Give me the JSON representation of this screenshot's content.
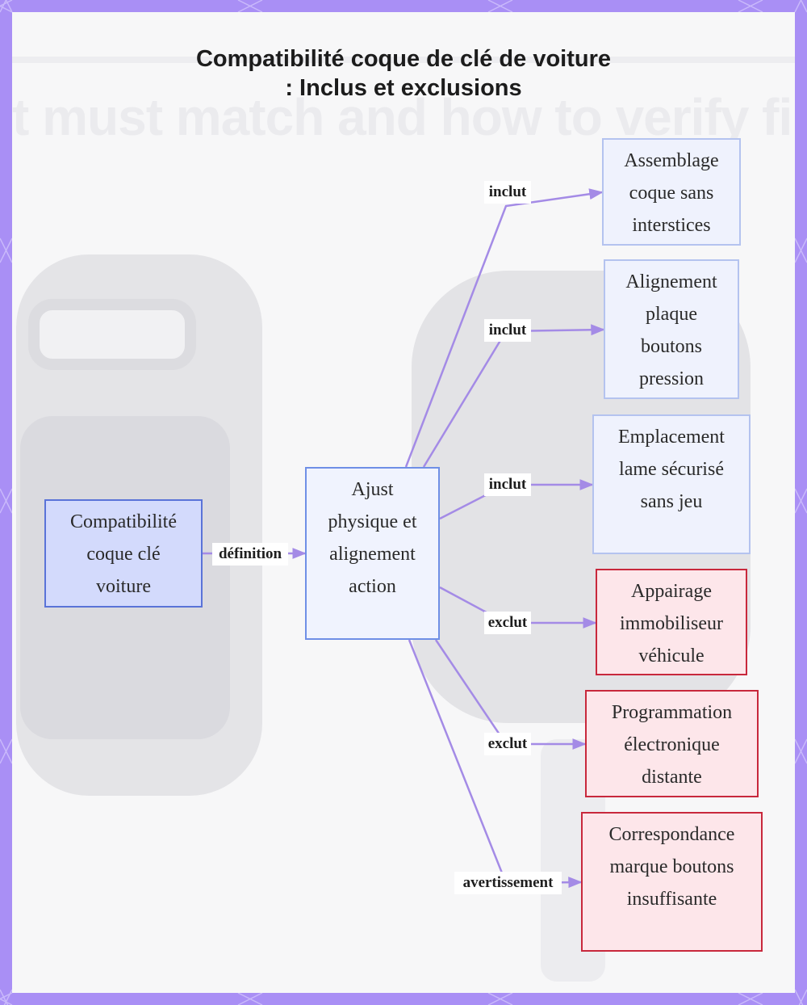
{
  "diagram": {
    "title": "Compatibilité coque de clé de voiture : Inclus et exclusions",
    "background_watermark": "t must match and how to verify fi",
    "colors": {
      "frame": "#a98ff5",
      "edge": "#a48be6",
      "root_border": "#5a73d8",
      "included_border": "#b4c3ef",
      "excluded_border": "#c8283c"
    },
    "nodes": [
      {
        "id": "root",
        "lines": [
          "Compatibilité",
          "coque clé",
          "voiture"
        ],
        "kind": "root"
      },
      {
        "id": "center",
        "lines": [
          "Ajust",
          "physique et",
          "alignement",
          "action"
        ],
        "kind": "center"
      },
      {
        "id": "inc1",
        "lines": [
          "Assemblage",
          "coque sans",
          "interstices"
        ],
        "kind": "included"
      },
      {
        "id": "inc2",
        "lines": [
          "Alignement",
          "plaque",
          "boutons",
          "pression"
        ],
        "kind": "included"
      },
      {
        "id": "inc3",
        "lines": [
          "Emplacement",
          "lame sécurisé",
          "sans jeu"
        ],
        "kind": "included"
      },
      {
        "id": "exc1",
        "lines": [
          "Appairage",
          "immobiliseur",
          "véhicule"
        ],
        "kind": "excluded"
      },
      {
        "id": "exc2",
        "lines": [
          "Programmation",
          "électronique",
          "distante"
        ],
        "kind": "excluded"
      },
      {
        "id": "warn",
        "lines": [
          "Correspondance",
          "marque boutons",
          "insuffisante"
        ],
        "kind": "excluded"
      }
    ],
    "edges": [
      {
        "from": "root",
        "to": "center",
        "label": "définition"
      },
      {
        "from": "center",
        "to": "inc1",
        "label": "inclut"
      },
      {
        "from": "center",
        "to": "inc2",
        "label": "inclut"
      },
      {
        "from": "center",
        "to": "inc3",
        "label": "inclut"
      },
      {
        "from": "center",
        "to": "exc1",
        "label": "exclut"
      },
      {
        "from": "center",
        "to": "exc2",
        "label": "exclut"
      },
      {
        "from": "center",
        "to": "warn",
        "label": "avertissement"
      }
    ]
  }
}
